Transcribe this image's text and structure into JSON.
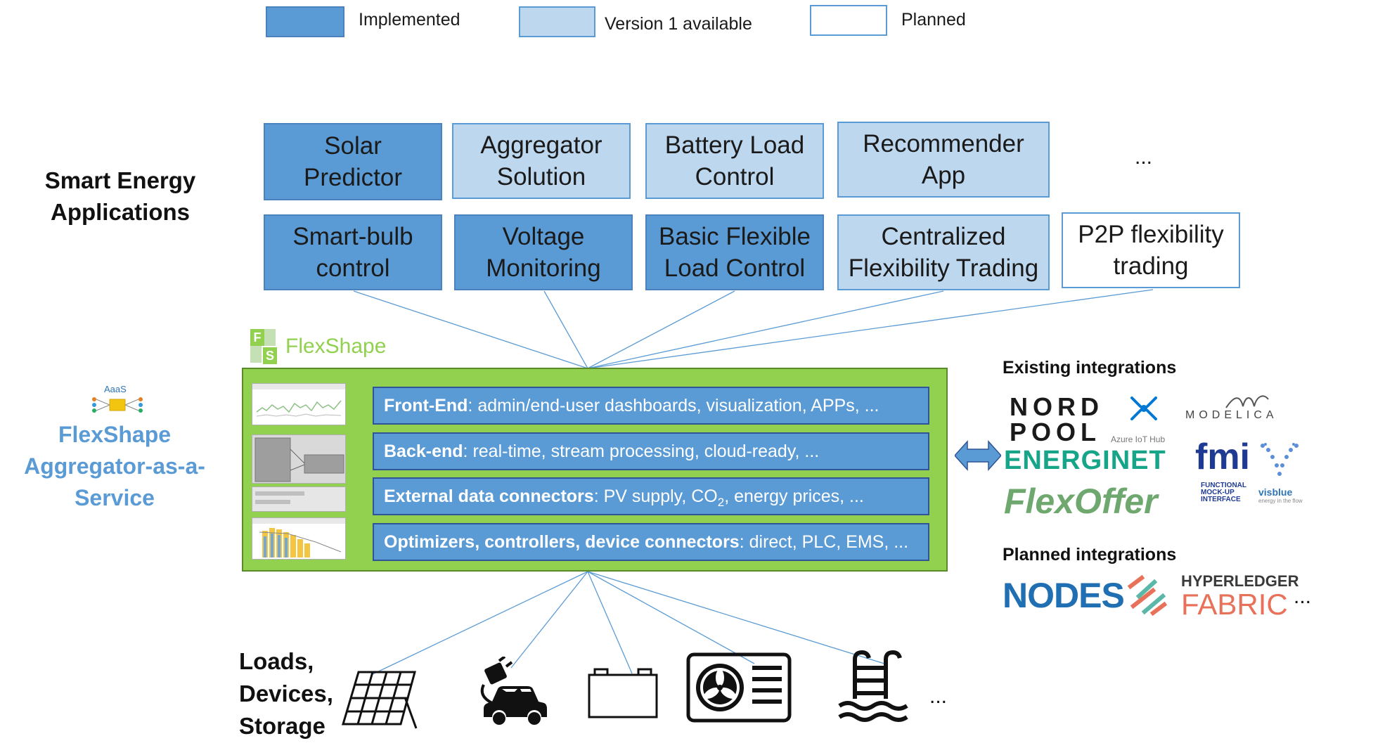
{
  "legend": [
    {
      "label": "Implemented",
      "color": "#5b9bd5"
    },
    {
      "label": "Version 1 available",
      "color": "#bdd7ee"
    },
    {
      "label": "Planned",
      "color": "#ffffff"
    }
  ],
  "sections": {
    "apps": "Smart Energy Applications",
    "loads": "Loads, Devices, Storage"
  },
  "apps": [
    {
      "label": "Solar Predictor",
      "status": "implemented"
    },
    {
      "label": "Aggregator Solution",
      "status": "version1"
    },
    {
      "label": "Battery Load Control",
      "status": "version1"
    },
    {
      "label": "Recommender App",
      "status": "version1"
    },
    {
      "label": "Smart-bulb control",
      "status": "implemented"
    },
    {
      "label": "Voltage Monitoring",
      "status": "implemented"
    },
    {
      "label": "Basic Flexible Load Control",
      "status": "implemented"
    },
    {
      "label": "Centralized Flexibility Trading",
      "status": "version1"
    },
    {
      "label": "P2P flexibility trading",
      "status": "planned"
    }
  ],
  "apps_more": "...",
  "platform": {
    "logo_letters": [
      "F",
      "S"
    ],
    "logo_text": "FlexShape",
    "aaas_badge": "AaaS",
    "service_title": "FlexShape Aggregator-as-a-Service",
    "layers": [
      {
        "name": "Front-End",
        "desc": ": admin/end-user dashboards, visualization, APPs, ..."
      },
      {
        "name": "Back-end",
        "desc": ": real-time, stream processing, cloud-ready, ..."
      },
      {
        "name": "External data connectors",
        "desc": ": PV supply, CO",
        "sub": "2",
        "desc2": ", energy prices, ..."
      },
      {
        "name": "Optimizers, controllers, device connectors",
        "desc": ": direct, PLC, EMS, ..."
      }
    ]
  },
  "integrations": {
    "existing_title": "Existing integrations",
    "planned_title": "Planned integrations",
    "existing": {
      "nordpool_line1": "NORD",
      "nordpool_line2": "POOL",
      "azure": "Azure IoT Hub",
      "modelica": "MODELICA",
      "energinet": "ENERGINET",
      "fmi": "fmi",
      "fmi_sub1": "FUNCTIONAL",
      "fmi_sub2": "MOCK-UP",
      "fmi_sub3": "INTERFACE",
      "flexoffer": "FlexOffer",
      "visblue": "visblue",
      "visblue_sub": "energy in the flow"
    },
    "planned": {
      "nodes": "NODES",
      "hyperledger": "HYPERLEDGER",
      "fabric": "FABRIC",
      "more": "..."
    }
  },
  "devices": [
    {
      "icon": "solar-panel-icon"
    },
    {
      "icon": "ev-charging-icon"
    },
    {
      "icon": "battery-icon"
    },
    {
      "icon": "heat-pump-icon"
    },
    {
      "icon": "pool-icon"
    }
  ],
  "devices_more": "..."
}
